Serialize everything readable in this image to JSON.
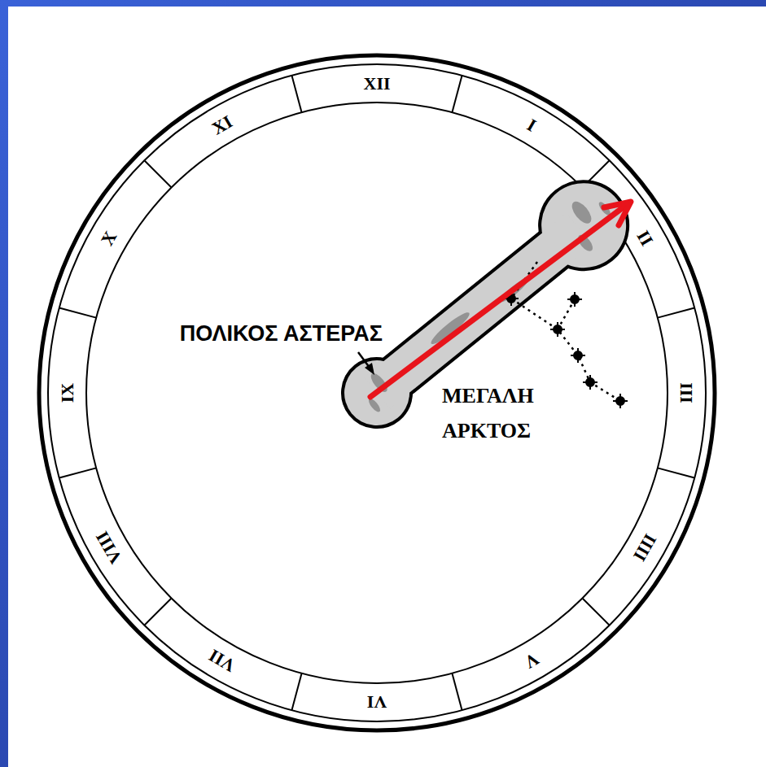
{
  "diagram": {
    "labels": [
      "XII",
      "I",
      "II",
      "III",
      "IIII",
      "V",
      "VI",
      "VII",
      "VIII",
      "IX",
      "X",
      "XI",
      "ΠΟΛΙΚΟΣ ΑΣΤΕΡΑΣ",
      "ΜΕΓΑΛΗ ΑΡΚΤΟΣ"
    ]
  }
}
